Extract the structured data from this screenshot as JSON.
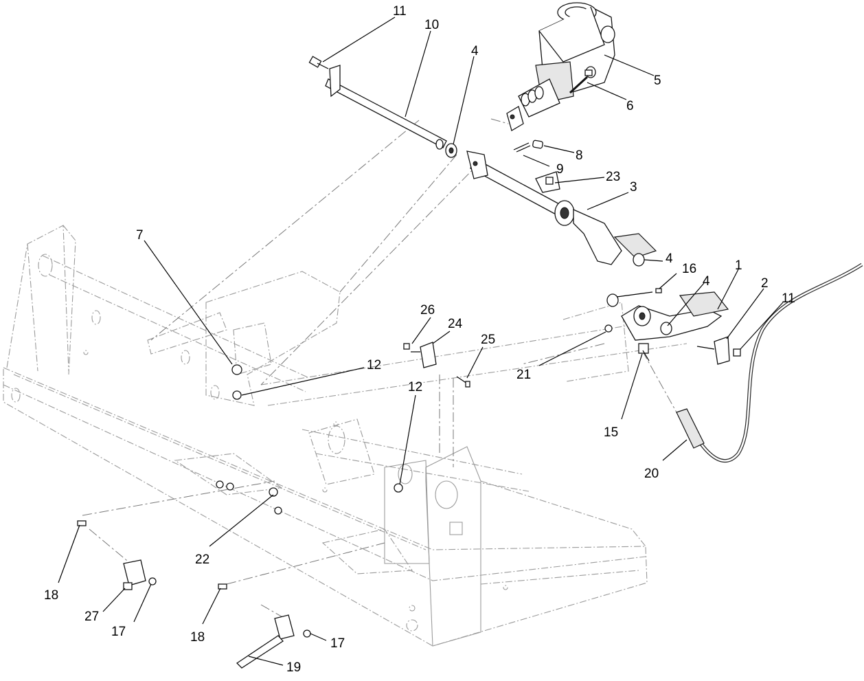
{
  "callouts": [
    {
      "id": "c11a",
      "text": "11"
    },
    {
      "id": "c10",
      "text": "10"
    },
    {
      "id": "c4a",
      "text": "4"
    },
    {
      "id": "c5",
      "text": "5"
    },
    {
      "id": "c6",
      "text": "6"
    },
    {
      "id": "c8",
      "text": "8"
    },
    {
      "id": "c9",
      "text": "9"
    },
    {
      "id": "c23",
      "text": "23"
    },
    {
      "id": "c3",
      "text": "3"
    },
    {
      "id": "c7",
      "text": "7"
    },
    {
      "id": "c4b",
      "text": "4"
    },
    {
      "id": "c16",
      "text": "16"
    },
    {
      "id": "c4c",
      "text": "4"
    },
    {
      "id": "c1",
      "text": "1"
    },
    {
      "id": "c2",
      "text": "2"
    },
    {
      "id": "c11b",
      "text": "11"
    },
    {
      "id": "c26",
      "text": "26"
    },
    {
      "id": "c24",
      "text": "24"
    },
    {
      "id": "c25",
      "text": "25"
    },
    {
      "id": "c12a",
      "text": "12"
    },
    {
      "id": "c12b",
      "text": "12"
    },
    {
      "id": "c21",
      "text": "21"
    },
    {
      "id": "c15",
      "text": "15"
    },
    {
      "id": "c20",
      "text": "20"
    },
    {
      "id": "c22",
      "text": "22"
    },
    {
      "id": "c18a",
      "text": "18"
    },
    {
      "id": "c27",
      "text": "27"
    },
    {
      "id": "c17a",
      "text": "17"
    },
    {
      "id": "c18b",
      "text": "18"
    },
    {
      "id": "c17b",
      "text": "17"
    },
    {
      "id": "c19",
      "text": "19"
    }
  ]
}
